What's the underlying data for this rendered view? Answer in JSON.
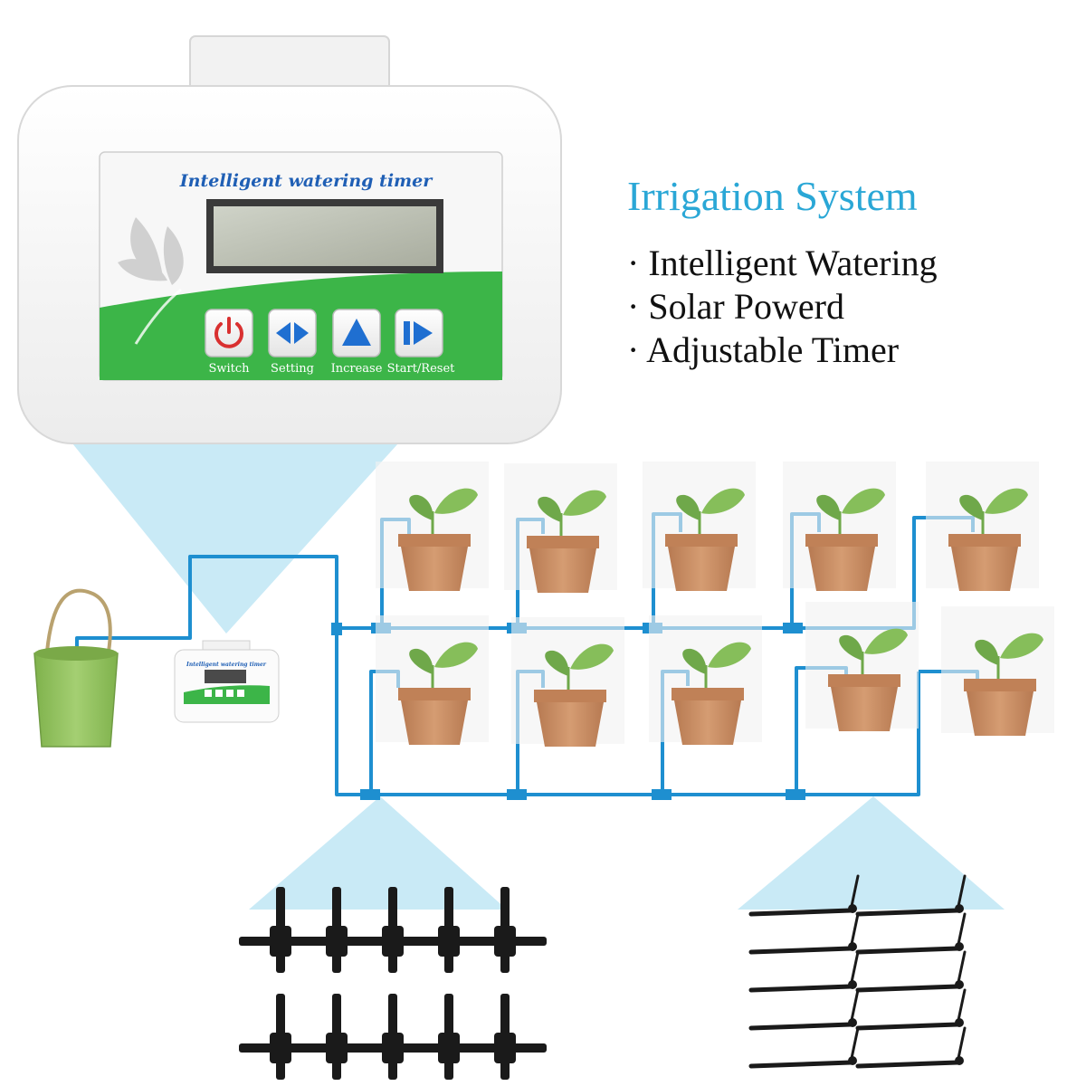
{
  "device": {
    "title": "Intelligent watering timer",
    "buttons": [
      {
        "label": "Switch",
        "icon": "power-icon"
      },
      {
        "label": "Setting",
        "icon": "left-right-arrows-icon"
      },
      {
        "label": "Increase",
        "icon": "up-triangle-icon"
      },
      {
        "label": "Start/Reset",
        "icon": "play-pause-icon"
      }
    ]
  },
  "headline": "Irrigation System",
  "features": [
    "· Intelligent Watering",
    "· Solar Powerd",
    "· Adjustable Timer"
  ],
  "mini_device": {
    "title": "Intelligent watering timer"
  },
  "colors": {
    "accent": "#2aa7d6",
    "pipe": "#1e8fd0",
    "panel_green": "#3cb548",
    "button_blue": "#1f6fd1",
    "power_red": "#d93030",
    "pot": "#c98d63",
    "leaf": "#6fa84a",
    "bucket": "#8fbf5c",
    "light_beam": "#bfe6f5",
    "connector_black": "#1a1a1a"
  },
  "scene": {
    "plant_rows": 2,
    "plants_per_row": 5,
    "tee_connectors_shown": 10,
    "drip_stakes_shown": 10
  }
}
